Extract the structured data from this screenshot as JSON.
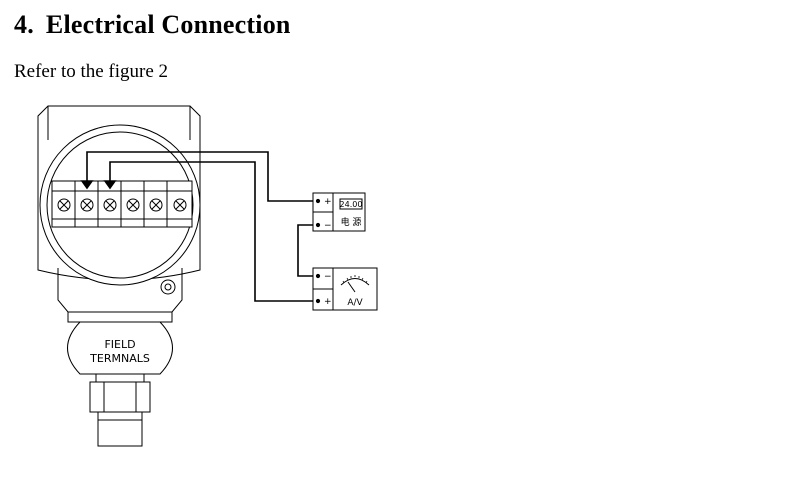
{
  "section": {
    "number": "4.",
    "title": "Electrical Connection"
  },
  "intro": "Refer to the figure 2",
  "figure": {
    "label_line1": "FIELD",
    "label_line2": "TERMNALS",
    "power_supply": {
      "display": "24.00",
      "caption": "电 源",
      "plus": "+",
      "minus": "−"
    },
    "meter": {
      "caption": "A/V",
      "plus": "+",
      "minus": "−"
    }
  }
}
